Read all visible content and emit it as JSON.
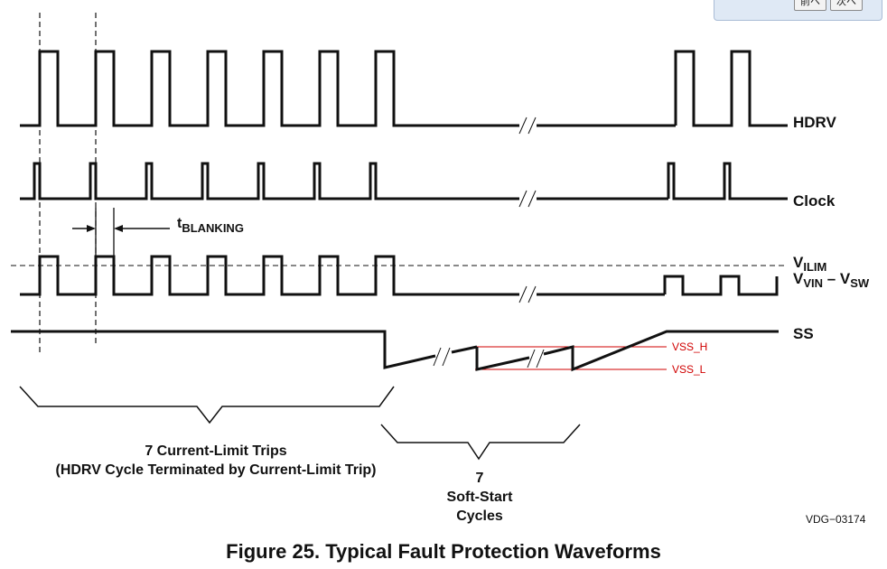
{
  "signals": {
    "hdrv": "HDRV",
    "clock": "Clock",
    "vilim": "V",
    "vilim_sub": "ILIM",
    "vdiff_v1": "V",
    "vdiff_sub1": "VIN",
    "vdiff_dash": " – V",
    "vdiff_sub2": "SW",
    "ss": "SS"
  },
  "blanking": {
    "t": "t",
    "sub": "BLANKING"
  },
  "thresholds": {
    "high": "VSS_H",
    "low": "VSS_L"
  },
  "annotations": {
    "trips_line1": "7 Current-Limit Trips",
    "trips_line2": "(HDRV Cycle Terminated by Current-Limit Trip)",
    "ss_line1": "7",
    "ss_line2": "Soft-Start",
    "ss_line3": "Cycles"
  },
  "figure_id": "VDG−03174",
  "caption": "Figure 25. Typical Fault Protection Waveforms",
  "corner_buttons": [
    "前へ",
    "次へ"
  ],
  "colors": {
    "trace": "#111111",
    "threshold": "#d00000"
  }
}
